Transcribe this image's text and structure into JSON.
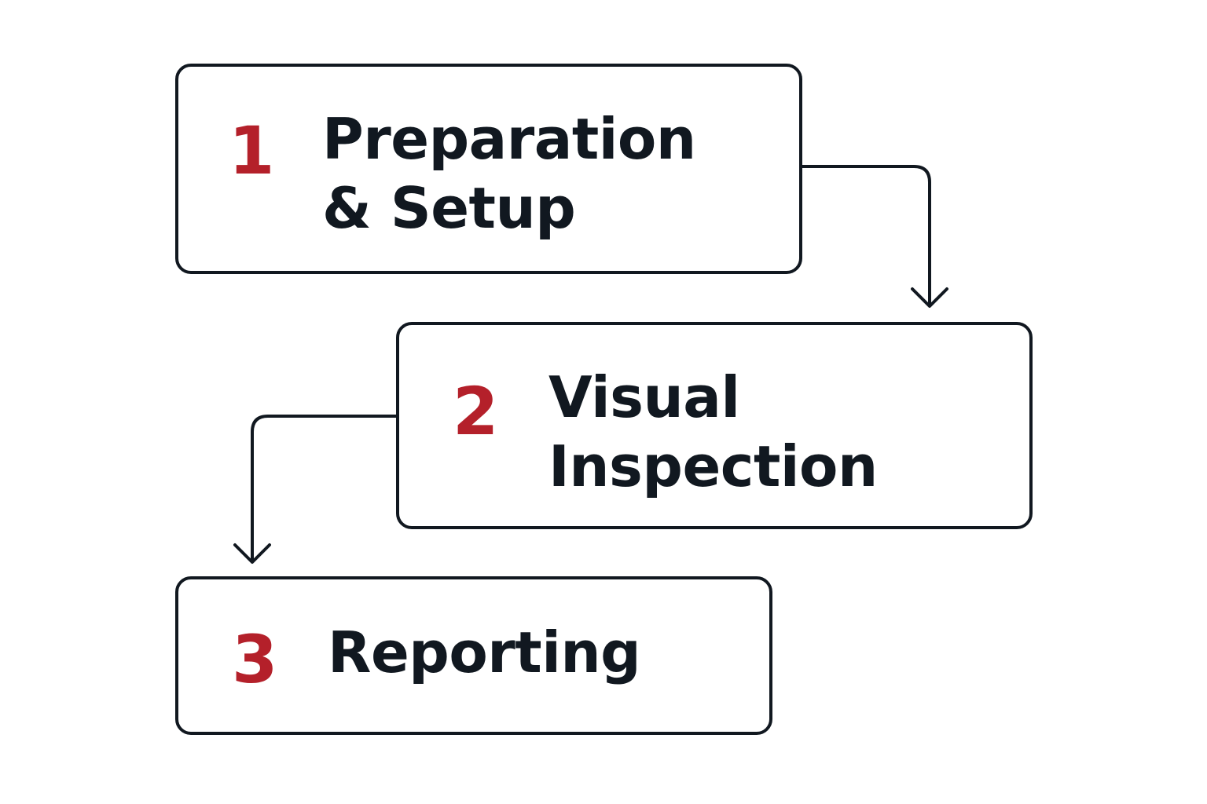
{
  "steps": [
    {
      "number": "1",
      "label_line1": "Preparation",
      "label_line2": "& Setup"
    },
    {
      "number": "2",
      "label_line1": "Visual",
      "label_line2": "Inspection"
    },
    {
      "number": "3",
      "label_line1": "Reporting"
    }
  ],
  "colors": {
    "number": "#b4202a",
    "text": "#111820",
    "border": "#111820",
    "background": "#ffffff"
  }
}
